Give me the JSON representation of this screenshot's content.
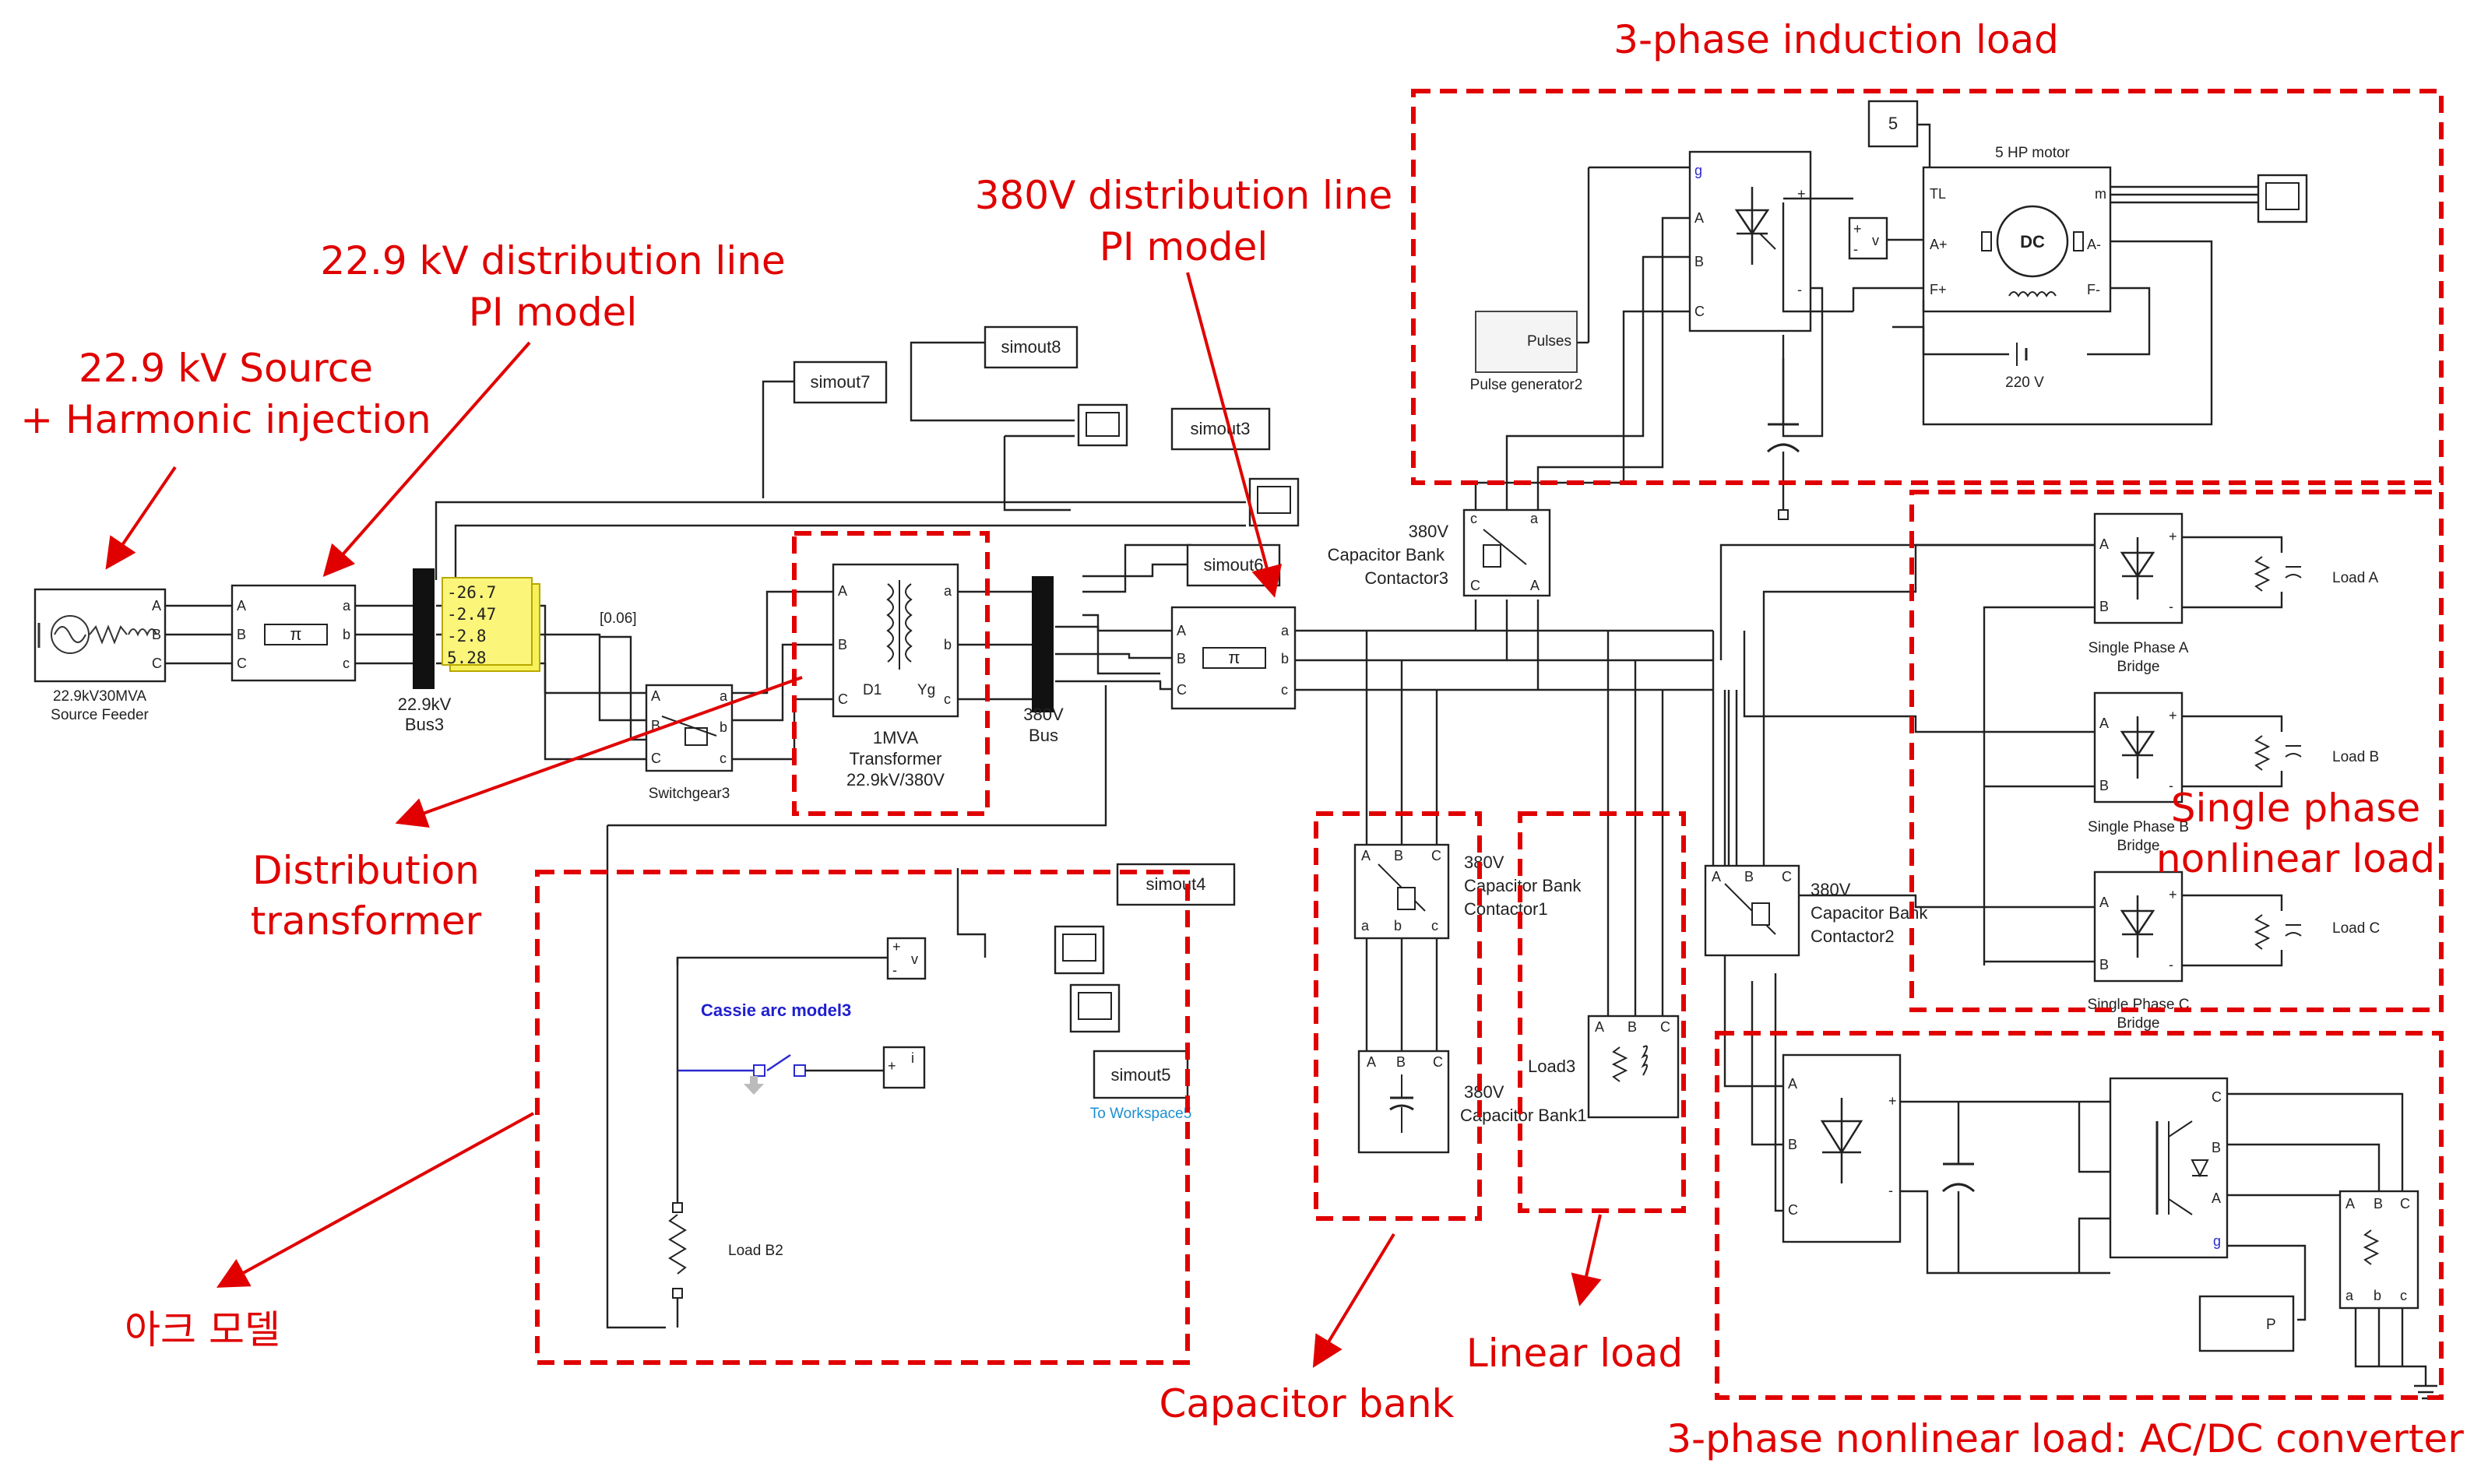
{
  "annotations": {
    "induction_title": "3-phase induction load",
    "line380_l1": "380V distribution line",
    "line380_l2": "PI model",
    "line229_l1": "22.9 kV distribution line",
    "line229_l2": "PI model",
    "source_l1": "22.9 kV Source",
    "source_l2": "+ Harmonic injection",
    "transformer_l1": "Distribution",
    "transformer_l2": "transformer",
    "arc": "아크 모델",
    "single_phase_l1": "Single phase",
    "single_phase_l2": "nonlinear load",
    "capacitor_bank": "Capacitor bank",
    "linear_load": "Linear load",
    "converter": "3-phase nonlinear load: AC/DC converter"
  },
  "blocks": {
    "source_l1": "22.9kV30MVA",
    "source_l2": "Source Feeder",
    "bus3_l1": "22.9kV",
    "bus3_l2": "Bus3",
    "display_values": [
      "-26.7",
      "-2.47",
      "-2.8",
      "5.28"
    ],
    "constant_006": "[0.06]",
    "switchgear": "Switchgear3",
    "transformer_l1": "1MVA",
    "transformer_l2": "Transformer",
    "transformer_l3": "22.9kV/380V",
    "transformer_d1": "D1",
    "transformer_yg": "Yg",
    "bus380_l1": "380V",
    "bus380_l2": "Bus",
    "pi_symbol": "π",
    "simout7": "simout7",
    "simout8": "simout8",
    "simout3": "simout3",
    "simout6": "simout6",
    "simout4": "simout4",
    "simout5": "simout5",
    "to_workspace": "To Workspace5",
    "cassie": "Cassie arc model3",
    "load_b2": "Load B2",
    "contactor3_l1": "380V",
    "contactor3_l2": "Capacitor Bank",
    "contactor3_l3": "Contactor3",
    "const5": "5",
    "motor": "5 HP motor",
    "dc": "DC",
    "pulses": "Pulses",
    "pulse_gen": "Pulse generator2",
    "v220": "220 V",
    "contactor1_l1": "380V",
    "contactor1_l2": "Capacitor Bank",
    "contactor1_l3": "Contactor1",
    "capbank1_l1": "380V",
    "capbank1_l2": "Capacitor Bank1",
    "load3": "Load3",
    "contactor2_l1": "380V",
    "contactor2_l2": "Capacitor Bank",
    "contactor2_l3": "Contactor2",
    "bridge_a_l1": "Single Phase A",
    "bridge_a_l2": "Bridge",
    "bridge_b_l1": "Single Phase B",
    "bridge_b_l2": "Bridge",
    "bridge_c_l1": "Single Phase C",
    "bridge_c_l2": "Bridge",
    "load_a": "Load A",
    "load_b": "Load B",
    "load_c": "Load C",
    "p_const": "P"
  },
  "ports": {
    "A": "A",
    "B": "B",
    "C": "C",
    "a": "a",
    "b": "b",
    "c": "c",
    "g": "g",
    "plus": "+",
    "minus": "-",
    "v": "v",
    "i": "i",
    "TL": "TL",
    "m": "m",
    "Aplus": "A+",
    "Aminus": "A-",
    "Fplus": "F+",
    "Fminus": "F-"
  }
}
